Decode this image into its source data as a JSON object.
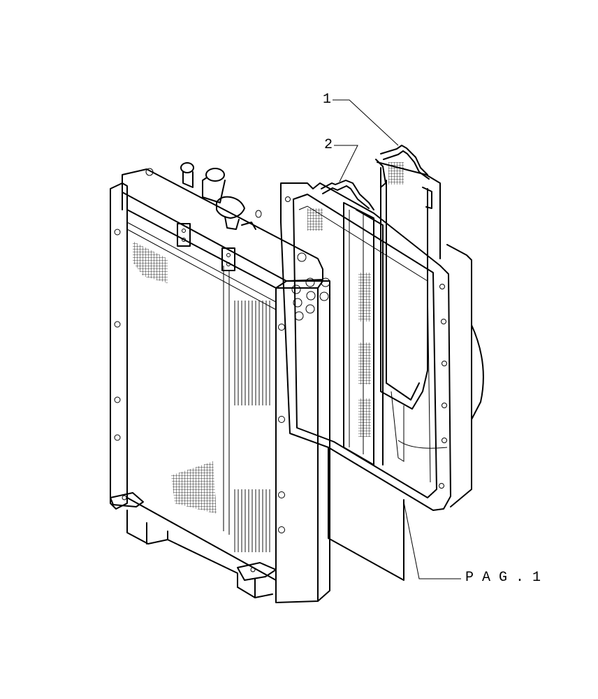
{
  "callouts": [
    {
      "id": "callout-1",
      "text": "1"
    },
    {
      "id": "callout-2",
      "text": "2"
    }
  ],
  "reference": {
    "text": "P A G . 1"
  },
  "colors": {
    "ink": "#000000",
    "paper": "#ffffff"
  }
}
